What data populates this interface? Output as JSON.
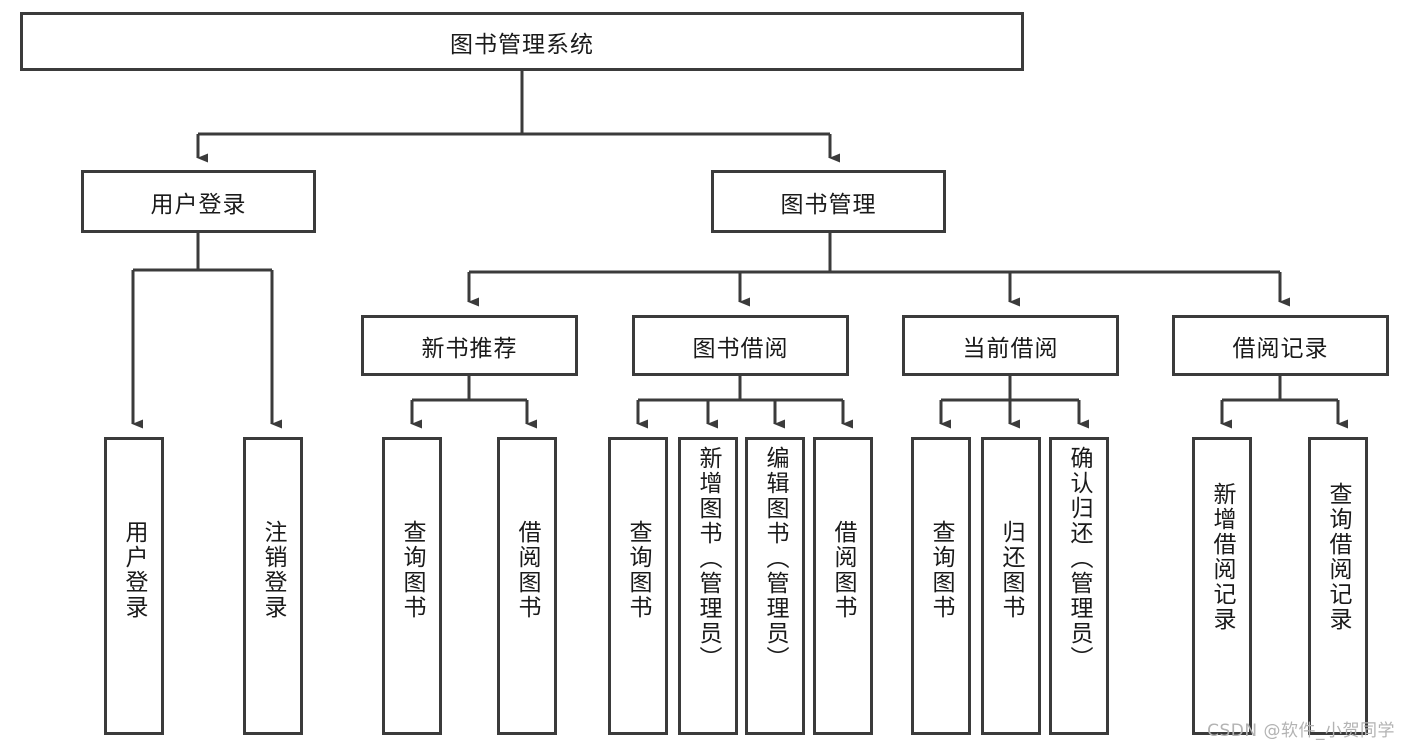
{
  "diagram": {
    "title_node": {
      "label": "图书管理系统"
    },
    "level2": [
      {
        "label": "用户登录"
      },
      {
        "label": "图书管理"
      }
    ],
    "level3": [
      {
        "label": "新书推荐"
      },
      {
        "label": "图书借阅"
      },
      {
        "label": "当前借阅"
      },
      {
        "label": "借阅记录"
      }
    ],
    "leaves": [
      {
        "label": "用户登录"
      },
      {
        "label": "注销登录"
      },
      {
        "label": "查询图书"
      },
      {
        "label": "借阅图书"
      },
      {
        "label": "查询图书"
      },
      {
        "label": "新增图书（管理员）"
      },
      {
        "label": "编辑图书（管理员）"
      },
      {
        "label": "借阅图书"
      },
      {
        "label": "查询图书"
      },
      {
        "label": "归还图书"
      },
      {
        "label": "确认归还（管理员）"
      },
      {
        "label": "新增借阅记录"
      },
      {
        "label": "查询借阅记录"
      }
    ],
    "watermark": "CSDN @软件_小贺同学",
    "colors": {
      "stroke": "#3b3b3b",
      "background": "#ffffff",
      "text": "#1a1a1a",
      "watermark": "#b3b3b3"
    }
  }
}
